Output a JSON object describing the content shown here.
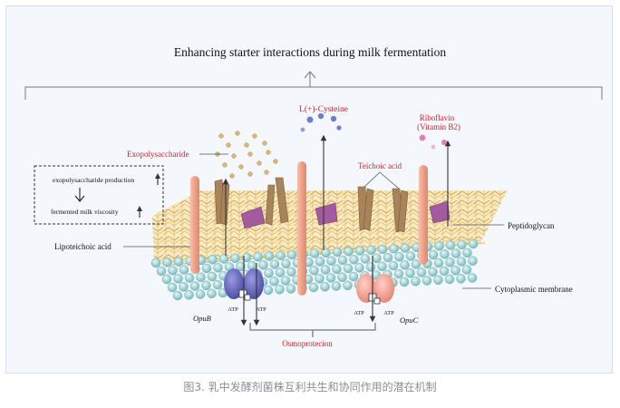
{
  "title": "Enhancing starter interactions during milk fermentation",
  "labels": {
    "cysteine": "L(+)-Cysteine",
    "riboflavin_line1": "Riboflavin",
    "riboflavin_line2": "(Vitamin B2)",
    "exopolysaccharide": "Exopolysaccharide",
    "teichoic_acid": "Teichoic acid",
    "peptidoglycan": "Peptidoglycan",
    "lipoteichoic_acid": "Lipoteichoic acid",
    "cytoplasmic_membrane": "Cytoplasmic membrane",
    "osmoprotection": "Osmoprotecion",
    "opub": "OpuB",
    "opuc": "OpuC",
    "atp": "ATP"
  },
  "effect_box": {
    "line1": "exopolysaccharide production",
    "line2": "fermented milk viscosity"
  },
  "caption": "图3. 乳中发酵剂菌株互利共生和协同作用的潜在机制",
  "colors": {
    "red_label": "#d2232a",
    "peptidoglycan": "#e6bb55",
    "membrane_bead": "#a6d7d8",
    "lipoteichoic": "#f0a98f",
    "teichoic": "#a9835a",
    "opub": "#6f6fc3",
    "opuc": "#f3a597",
    "purple_protein": "#9c4d9d",
    "cysteine_dots": "#6f7fc7",
    "riboflavin_dots": "#e07fb4",
    "eps_dots": "#d8b77a"
  }
}
